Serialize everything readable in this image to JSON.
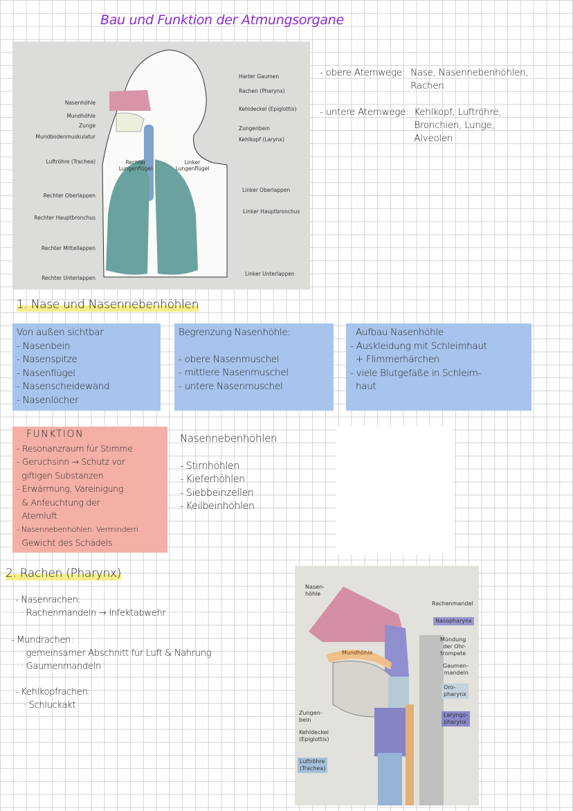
{
  "title": "Bau und Funktion der Atmungsorgane",
  "figure1": {
    "labels_left": [
      "Nasenhöhle",
      "Mundhöhle",
      "Zunge",
      "Mundbodenmuskulatur",
      "Luftröhre (Trachea)",
      "Rechter Oberlappen",
      "Rechter Hauptbronchus",
      "Rechter Mittellappen",
      "Rechter Unterlappen"
    ],
    "labels_right": [
      "Harter Gaumen",
      "Rachen (Pharynx)",
      "Kehldeckel (Epiglottis)",
      "Zungenbein",
      "Kehlkopf (Larynx)",
      "Linker Oberlappen",
      "Linker Hauptbronchus",
      "Linker Unterlappen"
    ],
    "lung_right": "Rechter Lungenflügel",
    "lung_left": "Linker Lungenflügel"
  },
  "airways": {
    "upper_label": "- obere Atemwege:",
    "upper_value": [
      "Nase, Nasennebenhöhlen,",
      "Rachen"
    ],
    "lower_label": "- untere Atemwege:",
    "lower_value": [
      "Kehlkopf, Luftröhre,",
      "Bronchien, Lunge,",
      "Alveolen"
    ]
  },
  "section1": {
    "heading": "1. Nase und Nasennebenhöhlen",
    "box_visible": {
      "title": "Von außen sichtbar",
      "items": [
        "- Nasenbein",
        "- Nasenspitze",
        "- Nasenflügel",
        "- Nasenscheidewand",
        "- Nasenlöcher"
      ]
    },
    "box_border": {
      "title": "Begrenzung Nasenhöhle:",
      "items": [
        "- obere Nasenmuschel",
        "- mittlere Nasenmuschel",
        "- untere Nasenmuschel"
      ]
    },
    "box_structure": {
      "title": "Aufbau Nasenhöhle",
      "items": [
        "- Auskleidung mit Schleimhaut",
        "  + Flimmerhärchen",
        "- viele Blutgefäße in Schleim-",
        "  haut"
      ]
    },
    "box_function": {
      "title": "FUNKTION",
      "items": [
        "- Resonanzraum für Stimme",
        "- Geruchsinn → Schutz vor",
        "  giftigen Substanzen",
        "- Erwärmung, Vareinigung",
        "  & Anfeuchtung der",
        "  Atemluft",
        "- Nasennebenhöhlen: Vermindern",
        "  Gewicht des Schädels"
      ]
    },
    "sinuses": {
      "title": "Nasennebenhöhlen",
      "items": [
        "- Stirnhöhlen",
        "- Kieferhöhlen",
        "- Siebbeinzellen",
        "- Keilbeinhöhlen"
      ]
    }
  },
  "section2": {
    "heading": "2. Rachen  (Pharynx)",
    "groups": [
      {
        "title": "- Nasenrachen:",
        "items": [
          "· Rachenmandeln → Infektabwehr"
        ]
      },
      {
        "title": "- Mundrachen:",
        "items": [
          "· gemeinsamer Abschnitt für Luft & Nahrung",
          "· Gaumenmandeln"
        ]
      },
      {
        "title": "- Kehlkopfrachen:",
        "items": [
          "· Schluckakt"
        ]
      }
    ]
  },
  "figure2": {
    "labels": {
      "nasal": "Nasen-\nhöhle",
      "adenoid": "Rachenmandel",
      "naso": "Nasopharynx",
      "tube": "Mündung\nder Ohr-\ntrompete",
      "mouth": "Mundhöhle",
      "tonsils": "Gaumen-\nmandeln",
      "oro": "Oro-\npharynx",
      "hyoid": "Zungen-\nbein",
      "laryngo": "Laryngo-\npharynx",
      "epiglottis": "Kehldeckel\n(Epiglottis)",
      "trachea": "Luftröhre\n(Trachea)"
    }
  },
  "colors": {
    "title": "#8a2bd0",
    "blue_box": "#a8c4ec",
    "red_box": "#f4b0a6",
    "highlight": "#f5ee8a"
  }
}
